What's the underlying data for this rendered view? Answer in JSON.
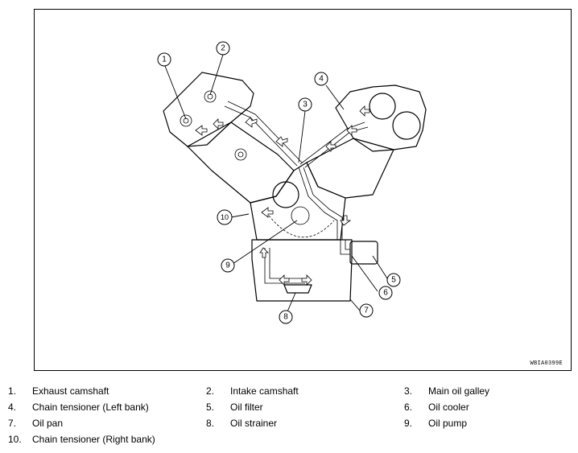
{
  "figure": {
    "code": "WBIA0399E",
    "callouts": [
      "1",
      "2",
      "3",
      "4",
      "5",
      "6",
      "7",
      "8",
      "9",
      "10"
    ]
  },
  "legend": [
    {
      "num": "1.",
      "label": "Exhaust camshaft"
    },
    {
      "num": "2.",
      "label": "Intake camshaft"
    },
    {
      "num": "3.",
      "label": "Main oil galley"
    },
    {
      "num": "4.",
      "label": "Chain tensioner (Left bank)"
    },
    {
      "num": "5.",
      "label": "Oil filter"
    },
    {
      "num": "6.",
      "label": "Oil cooler"
    },
    {
      "num": "7.",
      "label": "Oil pan"
    },
    {
      "num": "8.",
      "label": "Oil strainer"
    },
    {
      "num": "9.",
      "label": "Oil pump"
    },
    {
      "num": "10.",
      "label": "Chain tensioner (Right bank)"
    }
  ]
}
